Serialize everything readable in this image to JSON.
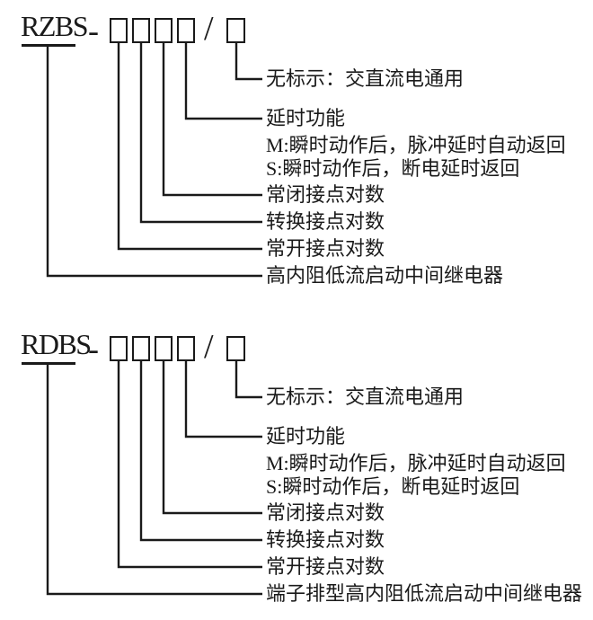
{
  "page": {
    "background": "#ffffff",
    "ink_color": "#1a1a1a"
  },
  "diagrams": [
    {
      "code": "RZBS",
      "separator": "-",
      "slash": "/",
      "labels": [
        "无标示：交直流电通用",
        "延时功能",
        "M:瞬时动作后，脉冲延时自动返回",
        "S:瞬时动作后，断电延时返回",
        "常闭接点对数",
        "转换接点对数",
        "常开接点对数",
        "高内阻低流启动中间继电器"
      ]
    },
    {
      "code": "RDBS",
      "separator": "-",
      "slash": "/",
      "labels": [
        "无标示：交直流电通用",
        "延时功能",
        "M:瞬时动作后，脉冲延时自动返回",
        "S:瞬时动作后，断电延时返回",
        "常闭接点对数",
        "转换接点对数",
        "常开接点对数",
        "端子排型高内阻低流启动中间继电器"
      ]
    }
  ]
}
